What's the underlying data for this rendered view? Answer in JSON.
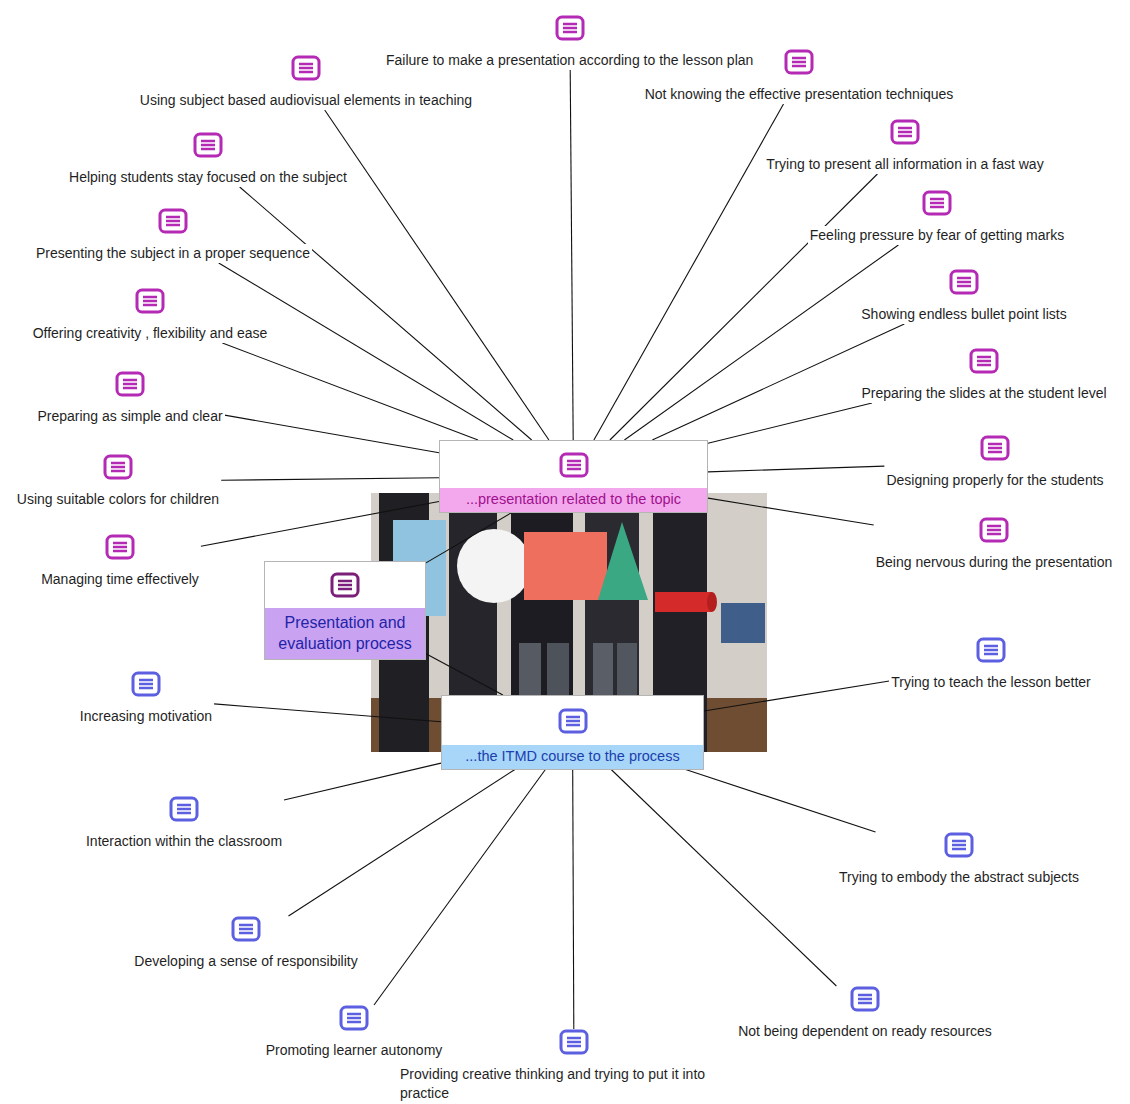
{
  "diagram": {
    "nodes": [
      {
        "text": [
          "Presentation and evaluation process"
        ]
      },
      {
        "text": [
          "...presentation related to the topic"
        ]
      },
      {
        "text": [
          "...the ITMD course to the process"
        ]
      },
      {
        "text": [
          "Failure to make a presentation according to the lesson plan"
        ]
      },
      {
        "text": [
          "Using subject based audiovisual elements in teaching"
        ]
      },
      {
        "text": [
          "Not knowing the effective presentation techniques"
        ]
      },
      {
        "text": [
          "Helping students stay focused on the subject"
        ]
      },
      {
        "text": [
          "Trying to present all information in a fast way"
        ]
      },
      {
        "text": [
          "Feeling pressure by fear of getting marks"
        ]
      },
      {
        "text": [
          "Presenting the subject in a proper sequence"
        ]
      },
      {
        "text": [
          "Showing endless bullet point lists"
        ]
      },
      {
        "text": [
          "Offering creativity , flexibility and ease"
        ]
      },
      {
        "text": [
          "Preparing the slides at the student level"
        ]
      },
      {
        "text": [
          "Preparing as simple and clear"
        ]
      },
      {
        "text": [
          "Designing properly for the students"
        ]
      },
      {
        "text": [
          "Using suitable colors for children"
        ]
      },
      {
        "text": [
          "Being nervous during the presentation"
        ]
      },
      {
        "text": [
          "Managing time effectively"
        ]
      },
      {
        "text": [
          "Trying to teach the lesson better"
        ]
      },
      {
        "text": [
          "Increasing motivation"
        ]
      },
      {
        "text": [
          "Interaction within the classroom"
        ]
      },
      {
        "text": [
          "Trying to embody the abstract subjects"
        ]
      },
      {
        "text": [
          "Developing a sense of responsibility"
        ]
      },
      {
        "text": [
          "Not being dependent on ready resources"
        ]
      },
      {
        "text": [
          "Promoting learner autonomy"
        ]
      },
      {
        "text": [
          "Providing creative thinking and trying to put it into practice"
        ]
      }
    ],
    "edges": [
      {
        "from": 0,
        "to": 1,
        "arrow": "none"
      },
      {
        "from": 0,
        "to": 2,
        "arrow": "none"
      },
      {
        "from": 1,
        "to": 3,
        "arrow": "none"
      },
      {
        "from": 1,
        "to": 4,
        "arrow": "none"
      },
      {
        "from": 1,
        "to": 5,
        "arrow": "none"
      },
      {
        "from": 1,
        "to": 6,
        "arrow": "none"
      },
      {
        "from": 1,
        "to": 7,
        "arrow": "none"
      },
      {
        "from": 1,
        "to": 8,
        "arrow": "none"
      },
      {
        "from": 1,
        "to": 9,
        "arrow": "none"
      },
      {
        "from": 1,
        "to": 10,
        "arrow": "none"
      },
      {
        "from": 1,
        "to": 11,
        "arrow": "none"
      },
      {
        "from": 1,
        "to": 12,
        "arrow": "none"
      },
      {
        "from": 1,
        "to": 13,
        "arrow": "none"
      },
      {
        "from": 1,
        "to": 14,
        "arrow": "none"
      },
      {
        "from": 1,
        "to": 15,
        "arrow": "none"
      },
      {
        "from": 1,
        "to": 16,
        "arrow": "none"
      },
      {
        "from": 1,
        "to": 17,
        "arrow": "none"
      },
      {
        "from": 2,
        "to": 18,
        "arrow": "none"
      },
      {
        "from": 2,
        "to": 19,
        "arrow": "none"
      },
      {
        "from": 2,
        "to": 20,
        "arrow": "none"
      },
      {
        "from": 2,
        "to": 21,
        "arrow": "none"
      },
      {
        "from": 2,
        "to": 22,
        "arrow": "none"
      },
      {
        "from": 2,
        "to": 23,
        "arrow": "none"
      },
      {
        "from": 2,
        "to": 24,
        "arrow": "none"
      },
      {
        "from": 2,
        "to": 25,
        "arrow": "none"
      }
    ]
  }
}
